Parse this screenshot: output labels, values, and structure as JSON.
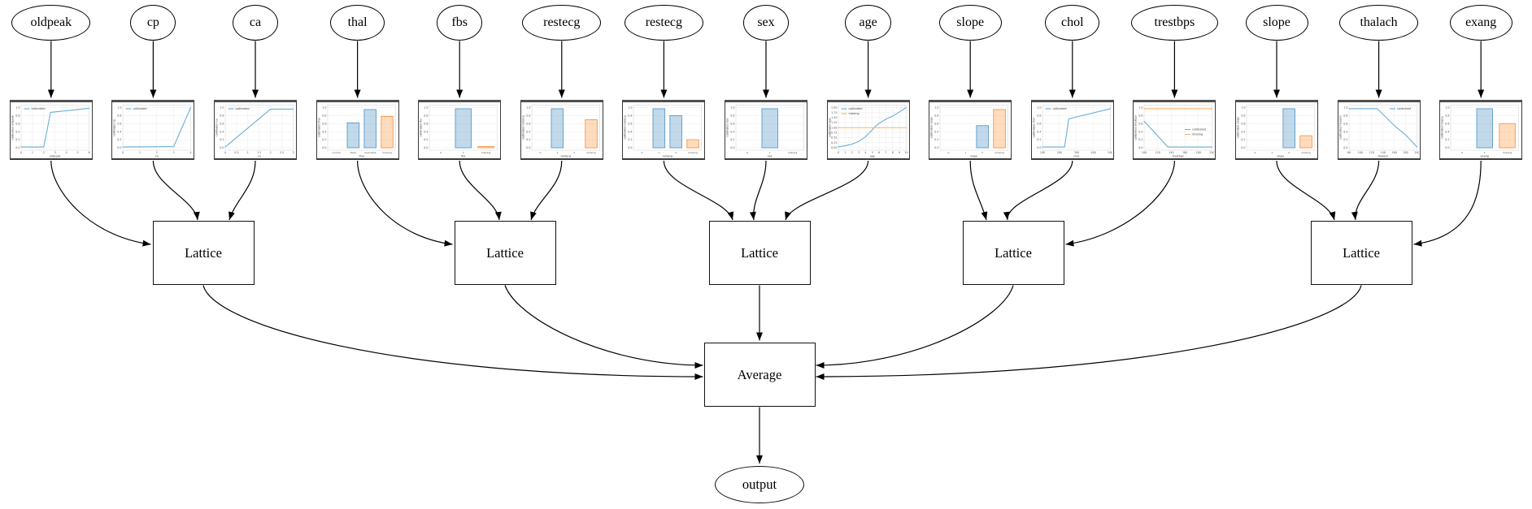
{
  "diagram": {
    "colors": {
      "calibrated_line": "#6aaed6",
      "missing_line": "#f8b267",
      "bar_blue_fill": "rgba(31,119,180,0.28)",
      "bar_blue_edge": "#5b9bc9",
      "bar_orange_fill": "rgba(255,140,40,0.30)",
      "bar_orange_edge": "#f79646",
      "edge_color": "#000000",
      "grid_color": "#ebebeb"
    },
    "features": [
      {
        "name": "oldpeak"
      },
      {
        "name": "cp"
      },
      {
        "name": "ca"
      },
      {
        "name": "thal"
      },
      {
        "name": "fbs"
      },
      {
        "name": "restecg"
      },
      {
        "name": "restecg"
      },
      {
        "name": "sex"
      },
      {
        "name": "age"
      },
      {
        "name": "slope"
      },
      {
        "name": "chol"
      },
      {
        "name": "trestbps"
      },
      {
        "name": "slope"
      },
      {
        "name": "thalach"
      },
      {
        "name": "exang"
      }
    ],
    "lattice_groups": [
      [
        0,
        1,
        2
      ],
      [
        3,
        4,
        5
      ],
      [
        6,
        7,
        8
      ],
      [
        9,
        10,
        11
      ],
      [
        12,
        13,
        14
      ]
    ],
    "lattice_nodes": [
      {
        "label": "Lattice"
      },
      {
        "label": "Lattice"
      },
      {
        "label": "Lattice"
      },
      {
        "label": "Lattice"
      },
      {
        "label": "Lattice"
      }
    ],
    "average_node": {
      "label": "Average"
    },
    "output_node": {
      "label": "output"
    }
  },
  "chart_data": [
    {
      "feature": "oldpeak",
      "type": "line",
      "xlabel": "oldpeak",
      "ylabel": "calibrated oldpeak",
      "ylim": [
        -0.06,
        1.06
      ],
      "yticks": {
        "vals": [
          0,
          0.2,
          0.4,
          0.6,
          0.8,
          1.0
        ],
        "labels": [
          "0.0",
          "0.2",
          "0.4",
          "0.6",
          "0.8",
          "1.0"
        ]
      },
      "xlim": [
        0,
        6
      ],
      "xticks": {
        "vals": [
          0,
          1,
          2,
          3,
          4,
          5,
          6
        ],
        "labels": [
          "0",
          "1",
          "2",
          "3",
          "4",
          "5",
          "6"
        ]
      },
      "legend": {
        "pos": "tl",
        "entries": [
          {
            "label": "calibrated",
            "color": "blue"
          }
        ]
      },
      "series": [
        {
          "name": "calibrated",
          "color": "blue",
          "points": [
            [
              0,
              0.02
            ],
            [
              2,
              0.02
            ],
            [
              2.6,
              0.88
            ],
            [
              6,
              0.98
            ]
          ]
        }
      ]
    },
    {
      "feature": "cp",
      "type": "line",
      "xlabel": "cp",
      "ylabel": "calibrated cp",
      "ylim": [
        -0.06,
        1.06
      ],
      "yticks": {
        "vals": [
          0,
          0.2,
          0.4,
          0.6,
          0.8,
          1.0
        ],
        "labels": [
          "0.0",
          "0.2",
          "0.4",
          "0.6",
          "0.8",
          "1.0"
        ]
      },
      "xlim": [
        0,
        4
      ],
      "xticks": {
        "vals": [
          0,
          1,
          2,
          3,
          4
        ],
        "labels": [
          "0",
          "1",
          "2",
          "3",
          "4"
        ]
      },
      "legend": {
        "pos": "tl",
        "entries": [
          {
            "label": "calibrated",
            "color": "blue"
          }
        ]
      },
      "series": [
        {
          "name": "calibrated",
          "color": "blue",
          "points": [
            [
              0,
              0.02
            ],
            [
              3,
              0.03
            ],
            [
              4,
              1.0
            ]
          ]
        }
      ]
    },
    {
      "feature": "ca",
      "type": "line",
      "xlabel": "ca",
      "ylabel": "calibrated ca",
      "ylim": [
        -0.06,
        1.06
      ],
      "yticks": {
        "vals": [
          0,
          0.2,
          0.4,
          0.6,
          0.8,
          1.0
        ],
        "labels": [
          "0.0",
          "0.2",
          "0.4",
          "0.6",
          "0.8",
          "1.0"
        ]
      },
      "xlim": [
        0,
        3
      ],
      "xticks": {
        "vals": [
          0,
          0.5,
          1,
          1.5,
          2,
          2.5,
          3
        ],
        "labels": [
          "0",
          "0.5",
          "1",
          "1.5",
          "2",
          "2.5",
          "3"
        ]
      },
      "legend": {
        "pos": "tl",
        "entries": [
          {
            "label": "calibrated",
            "color": "blue"
          }
        ]
      },
      "series": [
        {
          "name": "calibrated",
          "color": "blue",
          "points": [
            [
              0,
              0.02
            ],
            [
              2,
              0.96
            ],
            [
              3,
              0.96
            ]
          ]
        }
      ]
    },
    {
      "feature": "thal",
      "type": "bar",
      "xlabel": "thal",
      "ylabel": "calibrated thal",
      "ylim": [
        -0.06,
        1.06
      ],
      "yticks": {
        "vals": [
          0,
          0.2,
          0.4,
          0.6,
          0.8,
          1.0
        ],
        "labels": [
          "0.0",
          "0.2",
          "0.4",
          "0.6",
          "0.8",
          "1.0"
        ]
      },
      "categories": [
        "normal",
        "fixed",
        "reversible",
        "missing"
      ],
      "values": [
        0,
        0.62,
        0.95,
        0.78
      ],
      "bar_colors": [
        "blue",
        "blue",
        "blue",
        "orange"
      ]
    },
    {
      "feature": "fbs",
      "type": "bar",
      "xlabel": "fbs",
      "ylabel": "calibrated fbs",
      "ylim": [
        -0.06,
        1.06
      ],
      "yticks": {
        "vals": [
          0,
          0.2,
          0.4,
          0.6,
          0.8,
          1.0
        ],
        "labels": [
          "0.0",
          "0.2",
          "0.4",
          "0.6",
          "0.8",
          "1.0"
        ]
      },
      "categories": [
        "0",
        "1",
        "missing"
      ],
      "values": [
        0,
        0.97,
        0.03
      ],
      "bar_colors": [
        "blue",
        "blue",
        "orange"
      ]
    },
    {
      "feature": "restecg",
      "type": "bar",
      "xlabel": "restecg",
      "ylabel": "calibrated restecg",
      "ylim": [
        -0.06,
        1.06
      ],
      "yticks": {
        "vals": [
          0,
          0.2,
          0.4,
          0.6,
          0.8,
          1.0
        ],
        "labels": [
          "0.0",
          "0.2",
          "0.4",
          "0.6",
          "0.8",
          "1.0"
        ]
      },
      "categories": [
        "0",
        "1",
        "2",
        "missing"
      ],
      "values": [
        0,
        0.97,
        0,
        0.7
      ],
      "bar_colors": [
        "blue",
        "blue",
        "blue",
        "orange"
      ]
    },
    {
      "feature": "restecg",
      "type": "bar",
      "xlabel": "restecg",
      "ylabel": "calibrated restecg",
      "ylim": [
        -0.06,
        1.06
      ],
      "yticks": {
        "vals": [
          0,
          0.2,
          0.4,
          0.6,
          0.8,
          1.0
        ],
        "labels": [
          "0.0",
          "0.2",
          "0.4",
          "0.6",
          "0.8",
          "1.0"
        ]
      },
      "categories": [
        "0",
        "1",
        "2",
        "missing"
      ],
      "values": [
        0,
        0.97,
        0.8,
        0.2
      ],
      "bar_colors": [
        "blue",
        "blue",
        "blue",
        "orange"
      ]
    },
    {
      "feature": "sex",
      "type": "bar",
      "xlabel": "sex",
      "ylabel": "calibrated sex",
      "ylim": [
        -0.06,
        1.06
      ],
      "yticks": {
        "vals": [
          0,
          0.2,
          0.4,
          0.6,
          0.8,
          1.0
        ],
        "labels": [
          "0.0",
          "0.2",
          "0.4",
          "0.6",
          "0.8",
          "1.0"
        ]
      },
      "categories": [
        "0",
        "1",
        "missing"
      ],
      "values": [
        0,
        0.97,
        0
      ],
      "bar_colors": [
        "blue",
        "blue",
        "orange"
      ]
    },
    {
      "feature": "age",
      "type": "line",
      "xlabel": "age",
      "ylabel": "calibrated age",
      "ylim": [
        -0.12,
        2.12
      ],
      "yticks": {
        "vals": [
          0,
          0.25,
          0.5,
          0.75,
          1.0,
          1.25,
          1.5,
          1.75,
          2.0
        ],
        "labels": [
          "0.00",
          "0.25",
          "0.50",
          "0.75",
          "1.00",
          "1.25",
          "1.50",
          "1.75",
          "2.00"
        ]
      },
      "xlim": [
        0,
        10
      ],
      "xticks": {
        "vals": [
          0,
          1,
          2,
          3,
          4,
          5,
          6,
          7,
          8,
          9,
          10
        ],
        "labels": [
          "0",
          "1",
          "2",
          "3",
          "4",
          "5",
          "6",
          "7",
          "8",
          "9",
          "10"
        ]
      },
      "legend": {
        "pos": "tl",
        "entries": [
          {
            "label": "calibrated",
            "color": "blue"
          },
          {
            "label": "missing",
            "color": "orange"
          }
        ]
      },
      "series": [
        {
          "name": "calibrated",
          "color": "blue",
          "points": [
            [
              0,
              0.05
            ],
            [
              1,
              0.1
            ],
            [
              2,
              0.18
            ],
            [
              3,
              0.32
            ],
            [
              4,
              0.55
            ],
            [
              5,
              0.9
            ],
            [
              5.5,
              1.08
            ],
            [
              6,
              1.22
            ],
            [
              7,
              1.42
            ],
            [
              8,
              1.58
            ],
            [
              9,
              1.78
            ],
            [
              10,
              2.0
            ]
          ]
        },
        {
          "name": "missing",
          "color": "orange",
          "points": [
            [
              0,
              1.0
            ],
            [
              10,
              1.0
            ]
          ]
        }
      ]
    },
    {
      "feature": "slope",
      "type": "bar",
      "xlabel": "slope",
      "ylabel": "calibrated slope",
      "ylim": [
        -0.06,
        1.06
      ],
      "yticks": {
        "vals": [
          0,
          0.2,
          0.4,
          0.6,
          0.8,
          1.0
        ],
        "labels": [
          "0.0",
          "0.2",
          "0.4",
          "0.6",
          "0.8",
          "1.0"
        ]
      },
      "categories": [
        "0",
        "1",
        "2",
        "missing"
      ],
      "values": [
        0,
        0,
        0.55,
        0.95
      ],
      "bar_colors": [
        "blue",
        "blue",
        "blue",
        "orange"
      ]
    },
    {
      "feature": "chol",
      "type": "line",
      "xlabel": "chol",
      "ylabel": "calibrated chol",
      "ylim": [
        -0.06,
        1.06
      ],
      "yticks": {
        "vals": [
          0,
          0.2,
          0.4,
          0.6,
          0.8,
          1.0
        ],
        "labels": [
          "0.0",
          "0.2",
          "0.4",
          "0.6",
          "0.8",
          "1.0"
        ]
      },
      "xlim": [
        100,
        500
      ],
      "xticks": {
        "vals": [
          100,
          200,
          300,
          400,
          500
        ],
        "labels": [
          "100",
          "200",
          "300",
          "400",
          "500"
        ]
      },
      "legend": {
        "pos": "tl",
        "entries": [
          {
            "label": "calibrated",
            "color": "blue"
          }
        ]
      },
      "series": [
        {
          "name": "calibrated",
          "color": "blue",
          "points": [
            [
              100,
              0.02
            ],
            [
              230,
              0.02
            ],
            [
              255,
              0.72
            ],
            [
              500,
              0.97
            ]
          ]
        }
      ]
    },
    {
      "feature": "trestbps",
      "type": "line",
      "xlabel": "trestbps",
      "ylabel": "calibrated trestbps",
      "ylim": [
        -0.06,
        1.06
      ],
      "yticks": {
        "vals": [
          0,
          0.2,
          0.4,
          0.6,
          0.8,
          1.0
        ],
        "labels": [
          "0.0",
          "0.2",
          "0.4",
          "0.6",
          "0.8",
          "1.0"
        ]
      },
      "xlim": [
        100,
        200
      ],
      "xticks": {
        "vals": [
          100,
          120,
          140,
          160,
          180,
          200
        ],
        "labels": [
          "100",
          "120",
          "140",
          "160",
          "180",
          "200"
        ]
      },
      "legend": {
        "pos": "mr",
        "entries": [
          {
            "label": "calibrated",
            "color": "blue"
          },
          {
            "label": "missing",
            "color": "orange"
          }
        ]
      },
      "series": [
        {
          "name": "calibrated",
          "color": "blue",
          "points": [
            [
              100,
              0.66
            ],
            [
              135,
              0.02
            ],
            [
              200,
              0.02
            ]
          ]
        },
        {
          "name": "missing",
          "color": "orange",
          "points": [
            [
              100,
              0.97
            ],
            [
              200,
              0.97
            ]
          ]
        }
      ]
    },
    {
      "feature": "slope",
      "type": "bar",
      "xlabel": "slope",
      "ylabel": "calibrated slope",
      "ylim": [
        -0.06,
        1.06
      ],
      "yticks": {
        "vals": [
          0,
          0.2,
          0.4,
          0.6,
          0.8,
          1.0
        ],
        "labels": [
          "0.0",
          "0.2",
          "0.4",
          "0.6",
          "0.8",
          "1.0"
        ]
      },
      "categories": [
        "0",
        "1",
        "2",
        "missing"
      ],
      "values": [
        0,
        0,
        0.97,
        0.3
      ],
      "bar_colors": [
        "blue",
        "blue",
        "blue",
        "orange"
      ]
    },
    {
      "feature": "thalach",
      "type": "line",
      "xlabel": "thalach",
      "ylabel": "calibrated thalach",
      "ylim": [
        -0.06,
        1.06
      ],
      "yticks": {
        "vals": [
          0,
          0.2,
          0.4,
          0.6,
          0.8,
          1.0
        ],
        "labels": [
          "0.0",
          "0.2",
          "0.4",
          "0.6",
          "0.8",
          "1.0"
        ]
      },
      "xlim": [
        80,
        200
      ],
      "xticks": {
        "vals": [
          80,
          100,
          120,
          140,
          160,
          180,
          200
        ],
        "labels": [
          "80",
          "100",
          "120",
          "140",
          "160",
          "180",
          "200"
        ]
      },
      "legend": {
        "pos": "tr",
        "entries": [
          {
            "label": "calibrated",
            "color": "blue"
          }
        ]
      },
      "series": [
        {
          "name": "calibrated",
          "color": "blue",
          "points": [
            [
              80,
              0.97
            ],
            [
              130,
              0.97
            ],
            [
              160,
              0.55
            ],
            [
              180,
              0.32
            ],
            [
              200,
              0.02
            ]
          ]
        }
      ]
    },
    {
      "feature": "exang",
      "type": "bar",
      "xlabel": "exang",
      "ylabel": "calibrated exang",
      "ylim": [
        -0.06,
        1.06
      ],
      "yticks": {
        "vals": [
          0,
          0.2,
          0.4,
          0.6,
          0.8,
          1.0
        ],
        "labels": [
          "0.0",
          "0.2",
          "0.4",
          "0.6",
          "0.8",
          "1.0"
        ]
      },
      "categories": [
        "0",
        "1",
        "missing"
      ],
      "values": [
        0,
        0.97,
        0.6
      ],
      "bar_colors": [
        "blue",
        "blue",
        "orange"
      ]
    }
  ]
}
